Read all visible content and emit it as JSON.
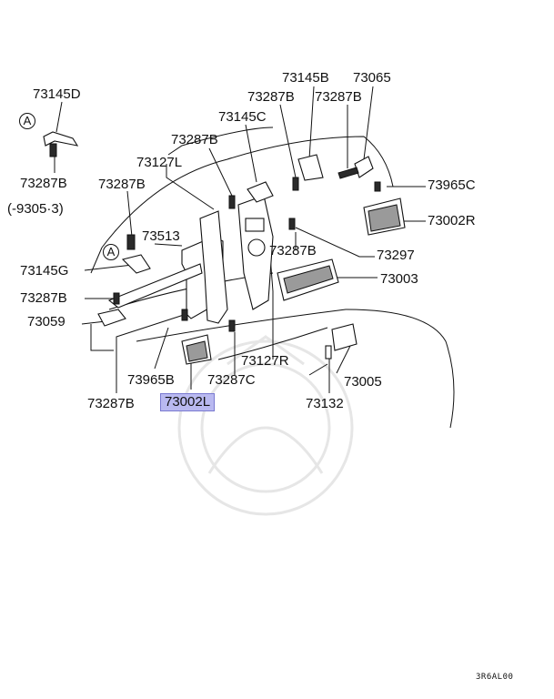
{
  "labels": {
    "p73145D": "73145D",
    "p73287B_a": "73287B",
    "p9305": "(-9305·3)",
    "p73287B_b": "73287B",
    "p73513": "73513",
    "p73145G": "73145G",
    "p73287B_c": "73287B",
    "p73059": "73059",
    "p73287B_d": "73287B",
    "p73002L": "73002L",
    "p73965B": "73965B",
    "p73287C": "73287C",
    "p73127R": "73127R",
    "p73132": "73132",
    "p73005": "73005",
    "p73003": "73003",
    "p73297": "73297",
    "p73287B_e": "73287B",
    "p73002R": "73002R",
    "p73965C": "73965C",
    "p73065": "73065",
    "p73145B": "73145B",
    "p73287B_f": "73287B",
    "p73287B_g": "73287B",
    "p73145C": "73145C",
    "p73287B_h": "73287B",
    "p73127L": "73127L",
    "refA_1": "A",
    "refA_2": "A",
    "code": "3R6AL00"
  }
}
